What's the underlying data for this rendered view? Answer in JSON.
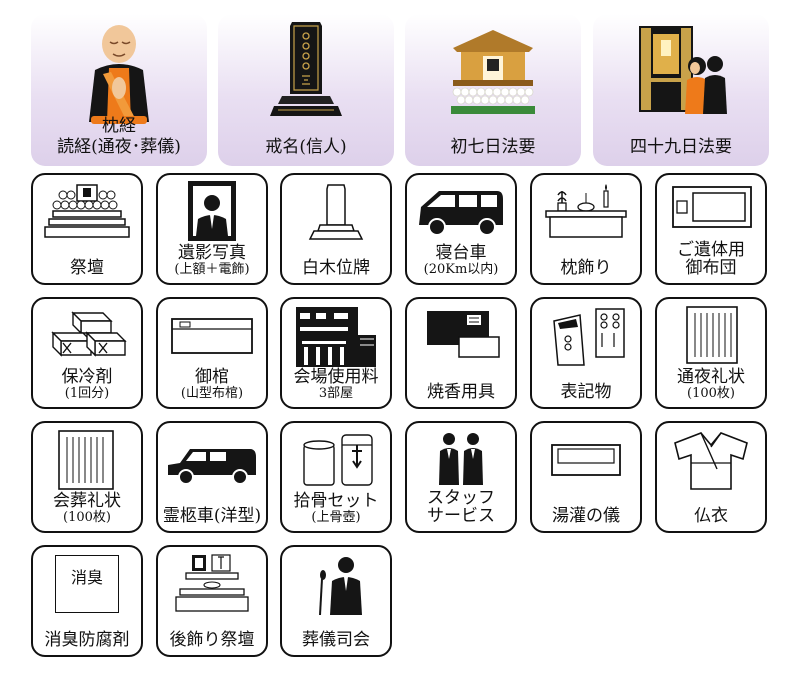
{
  "top_items": [
    {
      "name": "top-makurakyo",
      "icon": "monk-icon",
      "label": "枕経",
      "label2": "読経(通夜･葬儀)"
    },
    {
      "name": "top-kaimyo",
      "icon": "tablet-icon",
      "label": "戒名(信人)",
      "label2": ""
    },
    {
      "name": "top-shonanoka",
      "icon": "altar-icon",
      "label": "初七日法要",
      "label2": ""
    },
    {
      "name": "top-shijukunichi",
      "icon": "butsudan-icon",
      "label": "四十九日法要",
      "label2": ""
    }
  ],
  "grid_items": [
    {
      "name": "saidan",
      "icon": "altar-icon",
      "label": "祭壇",
      "sub": ""
    },
    {
      "name": "iei-shashin",
      "icon": "portrait-icon",
      "label": "遺影写真",
      "sub": "(上額＋電飾)"
    },
    {
      "name": "shiraki-ihai",
      "icon": "ihai-icon",
      "label": "白木位牌",
      "sub": ""
    },
    {
      "name": "shindaisha",
      "icon": "van-icon",
      "label": "寝台車",
      "sub": "(20Km以内)"
    },
    {
      "name": "makura-kazari",
      "icon": "makura-kazari-icon",
      "label": "枕飾り",
      "sub": ""
    },
    {
      "name": "futon",
      "icon": "futon-icon",
      "label": "ご遺体用",
      "sub": "御布団"
    },
    {
      "name": "horeizai",
      "icon": "ice-box-icon",
      "label": "保冷剤",
      "sub": "(1回分)"
    },
    {
      "name": "kan",
      "icon": "coffin-icon",
      "label": "御棺",
      "sub": "(山型布棺)"
    },
    {
      "name": "kaijo",
      "icon": "hall-icon",
      "label": "会場使用料",
      "sub": "3部屋"
    },
    {
      "name": "shoko-yogu",
      "icon": "incense-icon",
      "label": "焼香用具",
      "sub": ""
    },
    {
      "name": "hyokibutsu",
      "icon": "signboard-icon",
      "label": "表記物",
      "sub": ""
    },
    {
      "name": "tsuya-reijo",
      "icon": "letter-icon",
      "label": "通夜礼状",
      "sub": "(100枚)"
    },
    {
      "name": "sogi-reijo",
      "icon": "letter-icon",
      "label": "会葬礼状",
      "sub": "(100枚)"
    },
    {
      "name": "reikyusha",
      "icon": "hearse-icon",
      "label": "霊柩車(洋型)",
      "sub": ""
    },
    {
      "name": "kotsu-set",
      "icon": "urn-icon",
      "label": "拾骨セット",
      "sub": "(上骨壺)"
    },
    {
      "name": "staff",
      "icon": "staff-icon",
      "label": "スタッフ",
      "sub": "サービス"
    },
    {
      "name": "yukan",
      "icon": "bathtub-icon",
      "label": "湯灌の儀",
      "sub": ""
    },
    {
      "name": "butsui",
      "icon": "kimono-icon",
      "label": "仏衣",
      "sub": ""
    },
    {
      "name": "shoshu",
      "icon": "deodorant-icon",
      "label": "消臭防腐剤",
      "sub": "",
      "box_text": "消臭"
    },
    {
      "name": "ato-kazari",
      "icon": "rear-altar-icon",
      "label": "後飾り祭壇",
      "sub": ""
    },
    {
      "name": "shikai",
      "icon": "mc-icon",
      "label": "葬儀司会",
      "sub": ""
    }
  ],
  "colors": {
    "tile_border": "#111111",
    "top_bg": "#ddd0ea",
    "robe": "#ee7a1a",
    "gold": "#c8a24a"
  }
}
